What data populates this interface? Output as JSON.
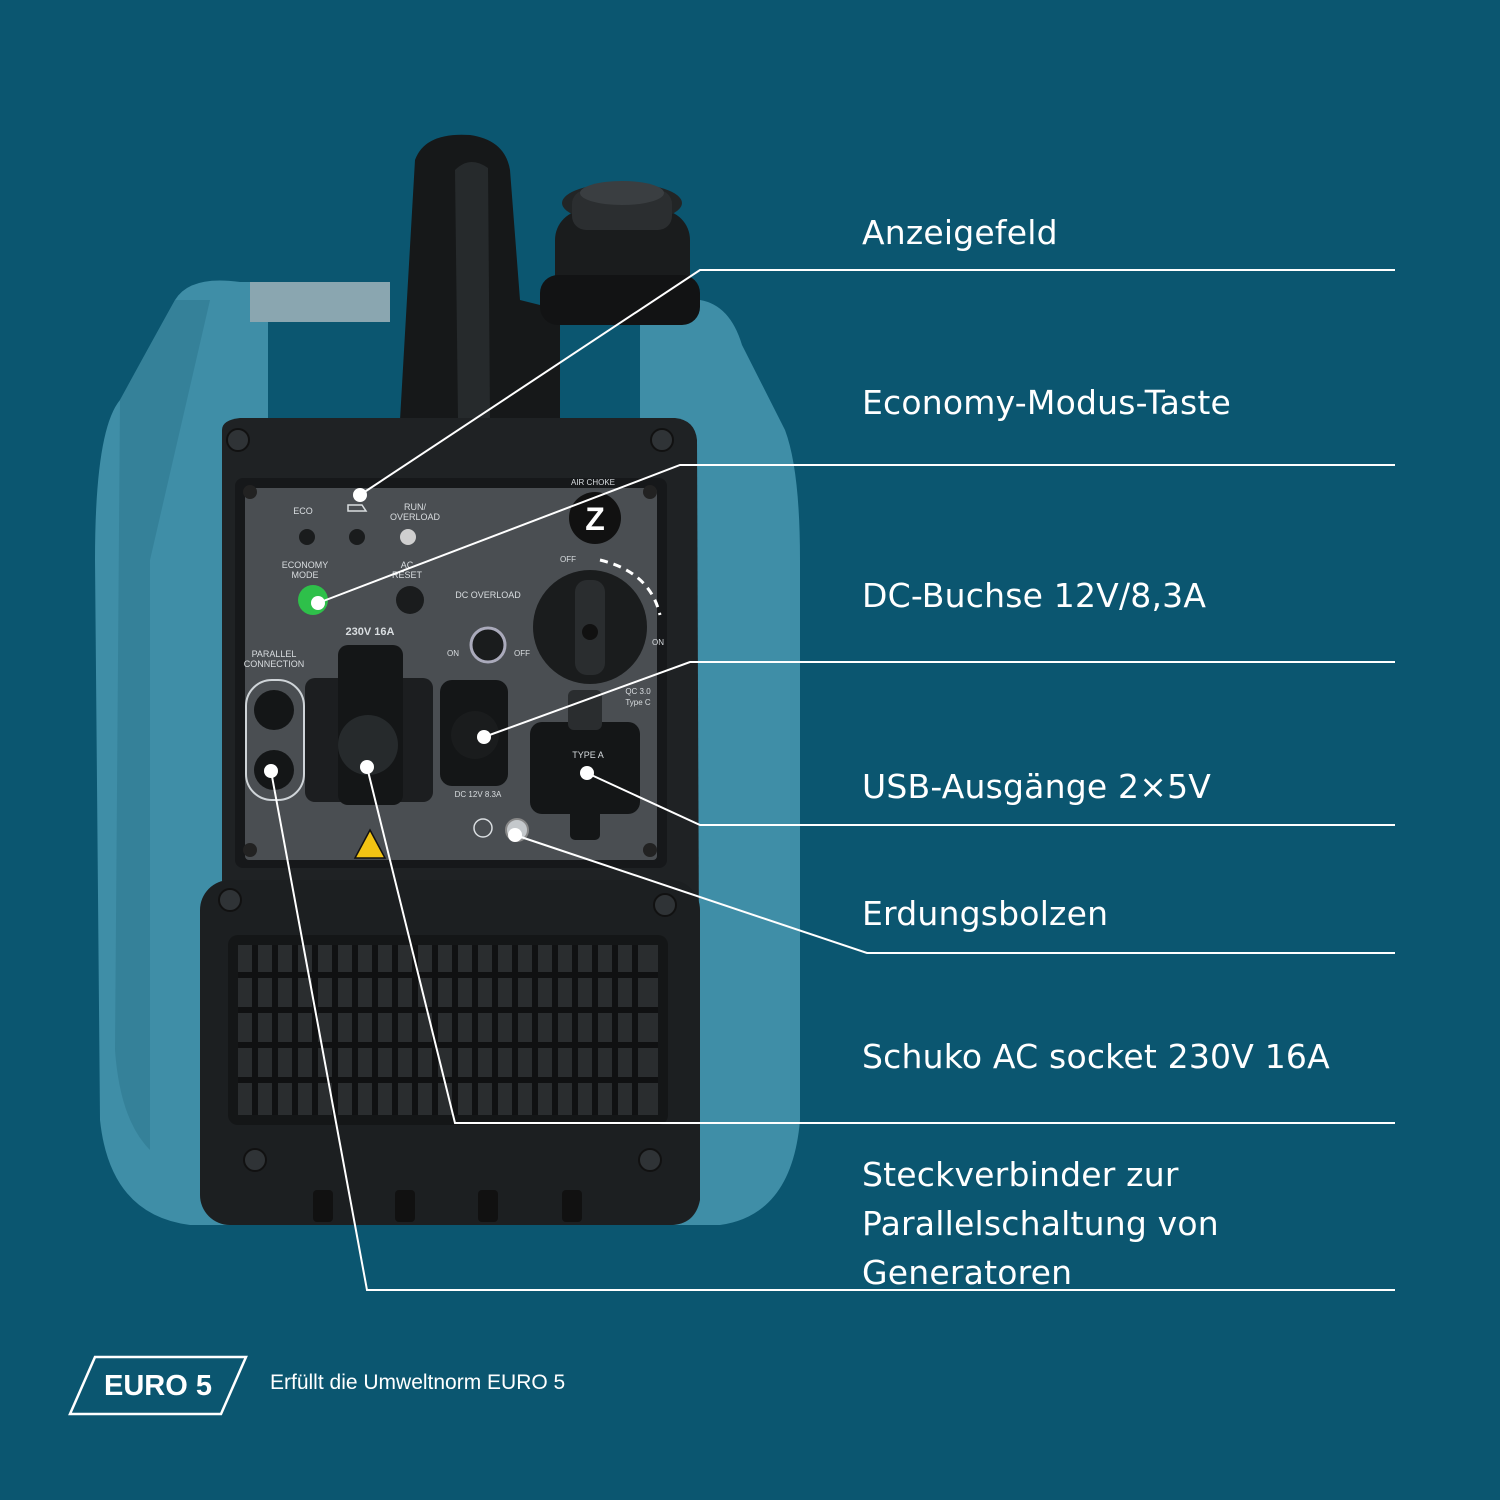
{
  "colors": {
    "background": "#0b5670",
    "housing_blue": "#3f8ea7",
    "housing_black": "#1f2224",
    "panel_gray": "#4a4e52",
    "eco_indicator": "#2ec04a",
    "text": "#ffffff"
  },
  "callouts": [
    {
      "label": "Anzeigefeld"
    },
    {
      "label": "Economy-Modus-Taste"
    },
    {
      "label": "DC-Buchse 12V/8,3A"
    },
    {
      "label": "USB-Ausgänge 2×5V"
    },
    {
      "label": "Erdungsbolzen"
    },
    {
      "label": "Schuko AC socket 230V 16A"
    },
    {
      "label": "Steckverbinder zur",
      "label2": "Parallelschaltung von",
      "label3": "Generatoren"
    }
  ],
  "panel": {
    "eco": "ECO",
    "run_overload_1": "RUN/",
    "run_overload_2": "OVERLOAD",
    "economy_mode_1": "ECONOMY",
    "economy_mode_2": "MODE",
    "ac_reset_1": "AC",
    "ac_reset_2": "RESET",
    "dc_overload": "DC OVERLOAD",
    "air_choke": "AIR CHOKE",
    "off": "OFF",
    "on": "ON",
    "socket_rating": "230V 16A",
    "parallel_1": "PARALLEL",
    "parallel_2": "CONNECTION",
    "on_small": "ON",
    "off_small": "OFF",
    "qc_1": "QC 3.0",
    "qc_2": "Type C",
    "dc_rating": "DC 12V 8.3A",
    "usb_type": "TYPE A"
  },
  "euro": {
    "badge": "EURO 5",
    "note": "Erfüllt die Umweltnorm EURO 5"
  }
}
